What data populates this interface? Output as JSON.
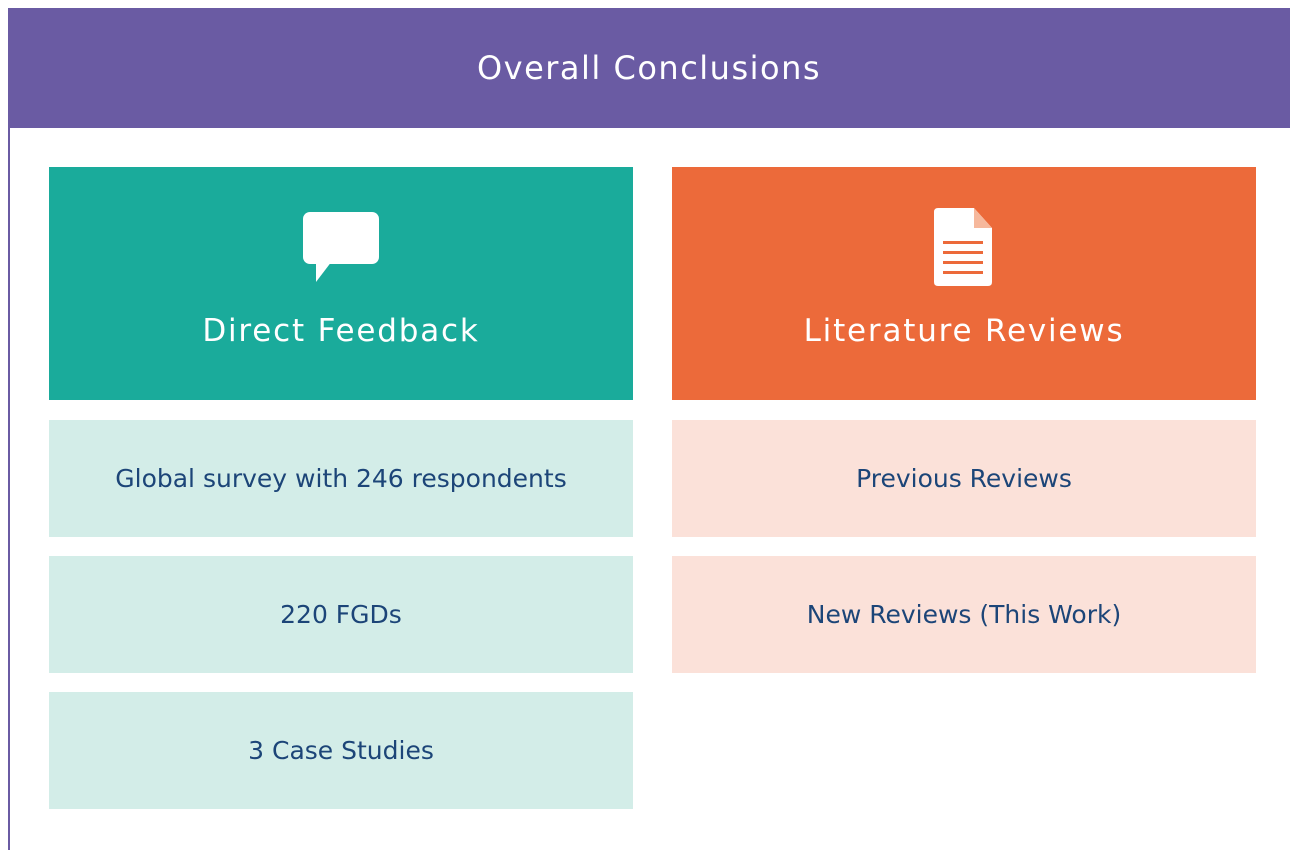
{
  "header": {
    "title": "Overall Conclusions"
  },
  "columns": [
    {
      "title": "Direct Feedback",
      "icon": "speech-bubble-icon",
      "color": "#1aab9b",
      "item_color": "#d3ede8",
      "items": [
        "Global survey with 246 respondents",
        "220 FGDs",
        "3 Case Studies"
      ]
    },
    {
      "title": "Literature Reviews",
      "icon": "document-icon",
      "color": "#ec6a3a",
      "item_color": "#fbe1d9",
      "items": [
        "Previous Reviews",
        "New Reviews (This Work)"
      ]
    }
  ],
  "colors": {
    "header": "#6a5ba3",
    "item_text": "#1c4578"
  }
}
